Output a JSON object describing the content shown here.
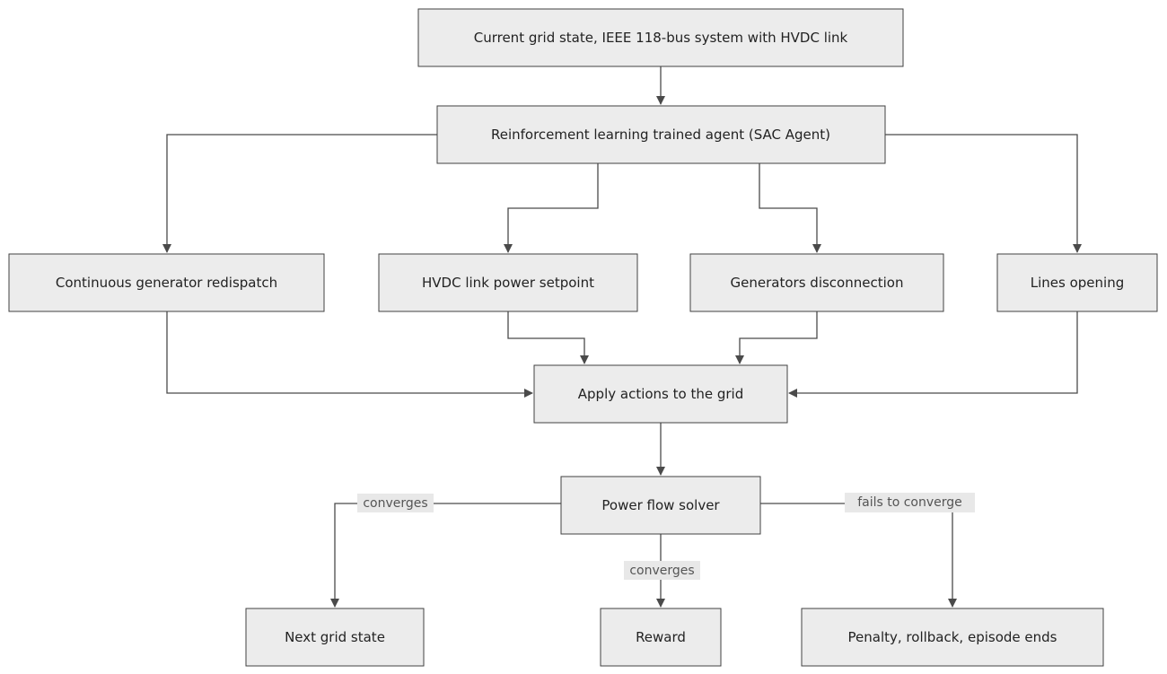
{
  "nodes": {
    "current_state": "Current grid state, IEEE 118-bus system with HVDC link",
    "agent": "Reinforcement learning trained agent (SAC Agent)",
    "redispatch": "Continuous generator redispatch",
    "hvdc": "HVDC link power setpoint",
    "gen_disconnect": "Generators disconnection",
    "lines_opening": "Lines opening",
    "apply": "Apply actions to the grid",
    "solver": "Power flow solver",
    "next_state": "Next grid state",
    "reward": "Reward",
    "penalty": "Penalty, rollback, episode ends"
  },
  "edge_labels": {
    "to_next_state": "converges",
    "to_reward": "converges",
    "to_penalty": "fails to converge"
  },
  "colors": {
    "node_fill": "#ececec",
    "node_stroke": "#424242",
    "edge": "#4a4a4a",
    "label_bg": "#e8e8e8"
  }
}
